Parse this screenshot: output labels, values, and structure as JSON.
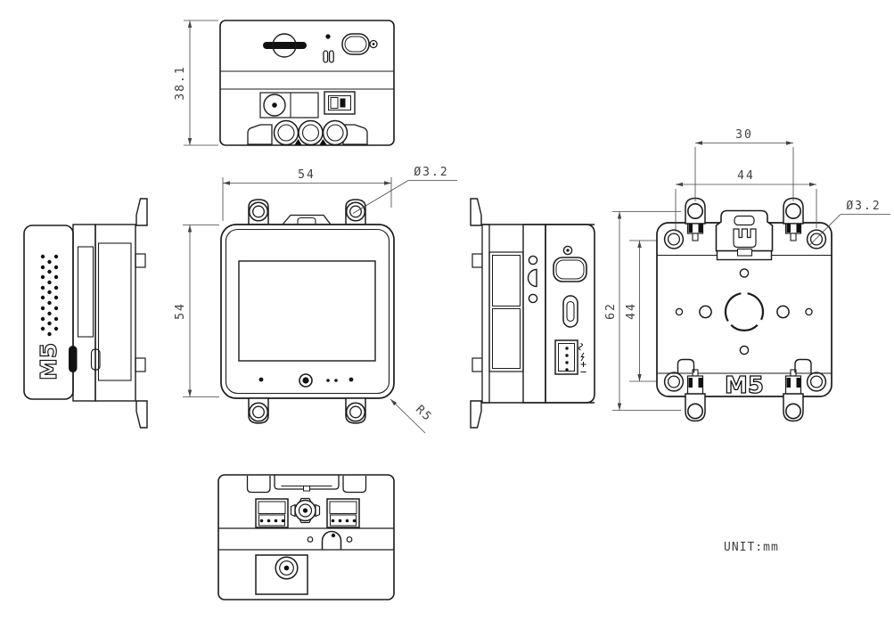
{
  "colors": {
    "line": "#1b1b1b",
    "dim_text": "#3f3f3f",
    "background": "#ffffff"
  },
  "note": {
    "unit_label": "UNIT:mm"
  },
  "brand": {
    "logo_back": "M5",
    "logo_side": "M5"
  },
  "views": {
    "top": {
      "dims": {
        "height": "38.1"
      }
    },
    "front": {
      "dims": {
        "width": "54",
        "height": "54",
        "mount_hole_diameter": "Ø3.2",
        "corner_radius": "R5"
      }
    },
    "back": {
      "dims": {
        "din_tab_spacing": "30",
        "screw_spacing_horizontal": "44",
        "overall_height": "62",
        "screw_spacing_vertical": "44",
        "mount_hole_diameter": "Ø3.2"
      }
    }
  }
}
